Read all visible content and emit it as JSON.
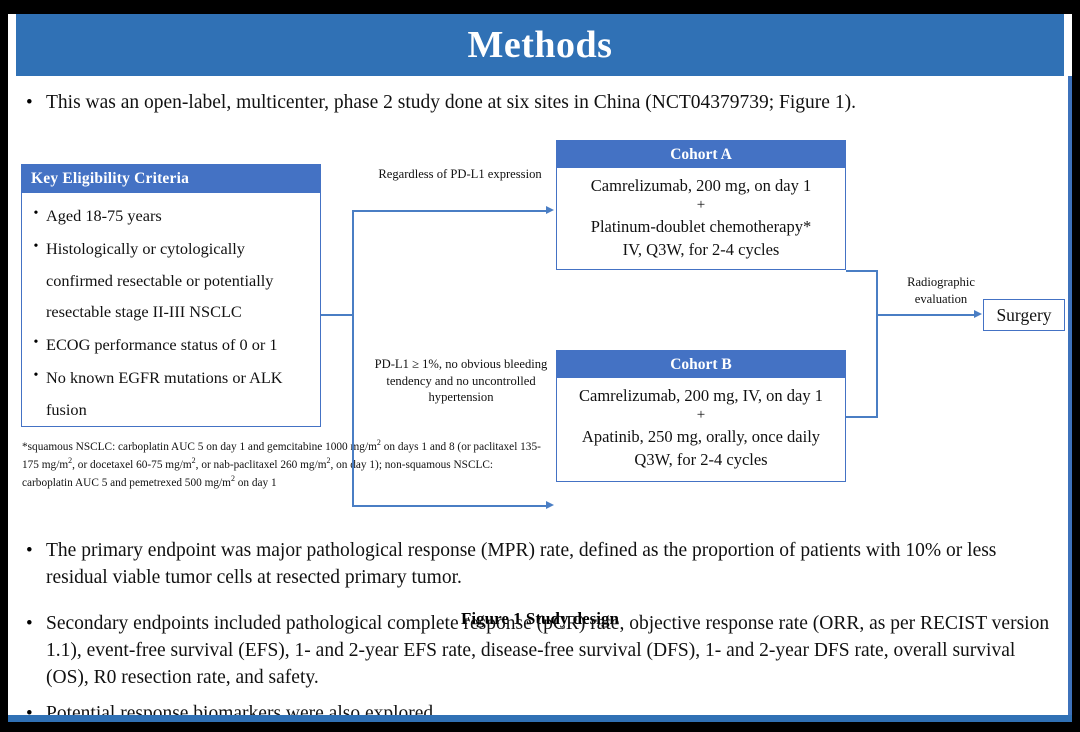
{
  "slide": {
    "title": "Methods",
    "accent_color": "#3071b5",
    "box_header_color": "#4472c4",
    "connector_color": "#4a7ec4"
  },
  "intro": {
    "bullet": "•",
    "text": "This was an open-label, multicenter, phase 2 study done at six sites in China (NCT04379739; Figure 1)."
  },
  "figure": {
    "caption": "Figure 1 Study design",
    "eligibility": {
      "header": "Key  Eligibility Criteria",
      "bullet": "•",
      "items": [
        "Aged 18-75 years",
        "Histologically or cytologically confirmed resectable or potentially resectable stage II-III  NSCLC",
        "ECOG performance status of 0 or 1",
        "No known EGFR mutations or ALK fusion"
      ]
    },
    "footnote": "*squamous NSCLC: carboplatin AUC 5 on day 1 and gemcitabine 1000 mg/m2 on days 1 and 8 (or paclitaxel 135-175 mg/m2, or docetaxel 60-75 mg/m2, or nab-paclitaxel 260 mg/m2, on day 1); non-squamous NSCLC: carboplatin AUC 5 and pemetrexed 500 mg/m2 on day 1",
    "connector_labels": {
      "regardless": "Regardless  of PD-L1 expression",
      "pdl1": "PD-L1 ≥ 1%, no obvious bleeding tendency and no uncontrolled  hypertension",
      "radiographic": "Radiographic evaluation"
    },
    "cohort_a": {
      "header": "Cohort A",
      "line1": "Camrelizumab, 200 mg, on day 1",
      "plus": "+",
      "line2": "Platinum-doublet chemotherapy*",
      "line3": "IV, Q3W, for 2-4 cycles"
    },
    "cohort_b": {
      "header": "Cohort B",
      "line1": "Camrelizumab, 200 mg, IV, on day 1",
      "plus": "+",
      "line2": "Apatinib, 250 mg, orally, once daily",
      "line3": "Q3W, for 2-4 cycles"
    },
    "surgery": {
      "label": "Surgery"
    }
  },
  "endpoints": {
    "bullet": "•",
    "primary": "The primary endpoint was major pathological response (MPR) rate, defined as the proportion of patients with 10% or less residual viable tumor cells at resected primary tumor.",
    "secondary": "Secondary endpoints included pathological complete response (pCR) rate, objective response rate (ORR, as per RECIST version 1.1), event-free survival (EFS), 1- and 2-year EFS rate, disease-free survival (DFS), 1- and 2-year DFS rate, overall survival (OS), R0 resection rate, and safety.",
    "biomarkers": "Potential response biomarkers were also explored."
  }
}
